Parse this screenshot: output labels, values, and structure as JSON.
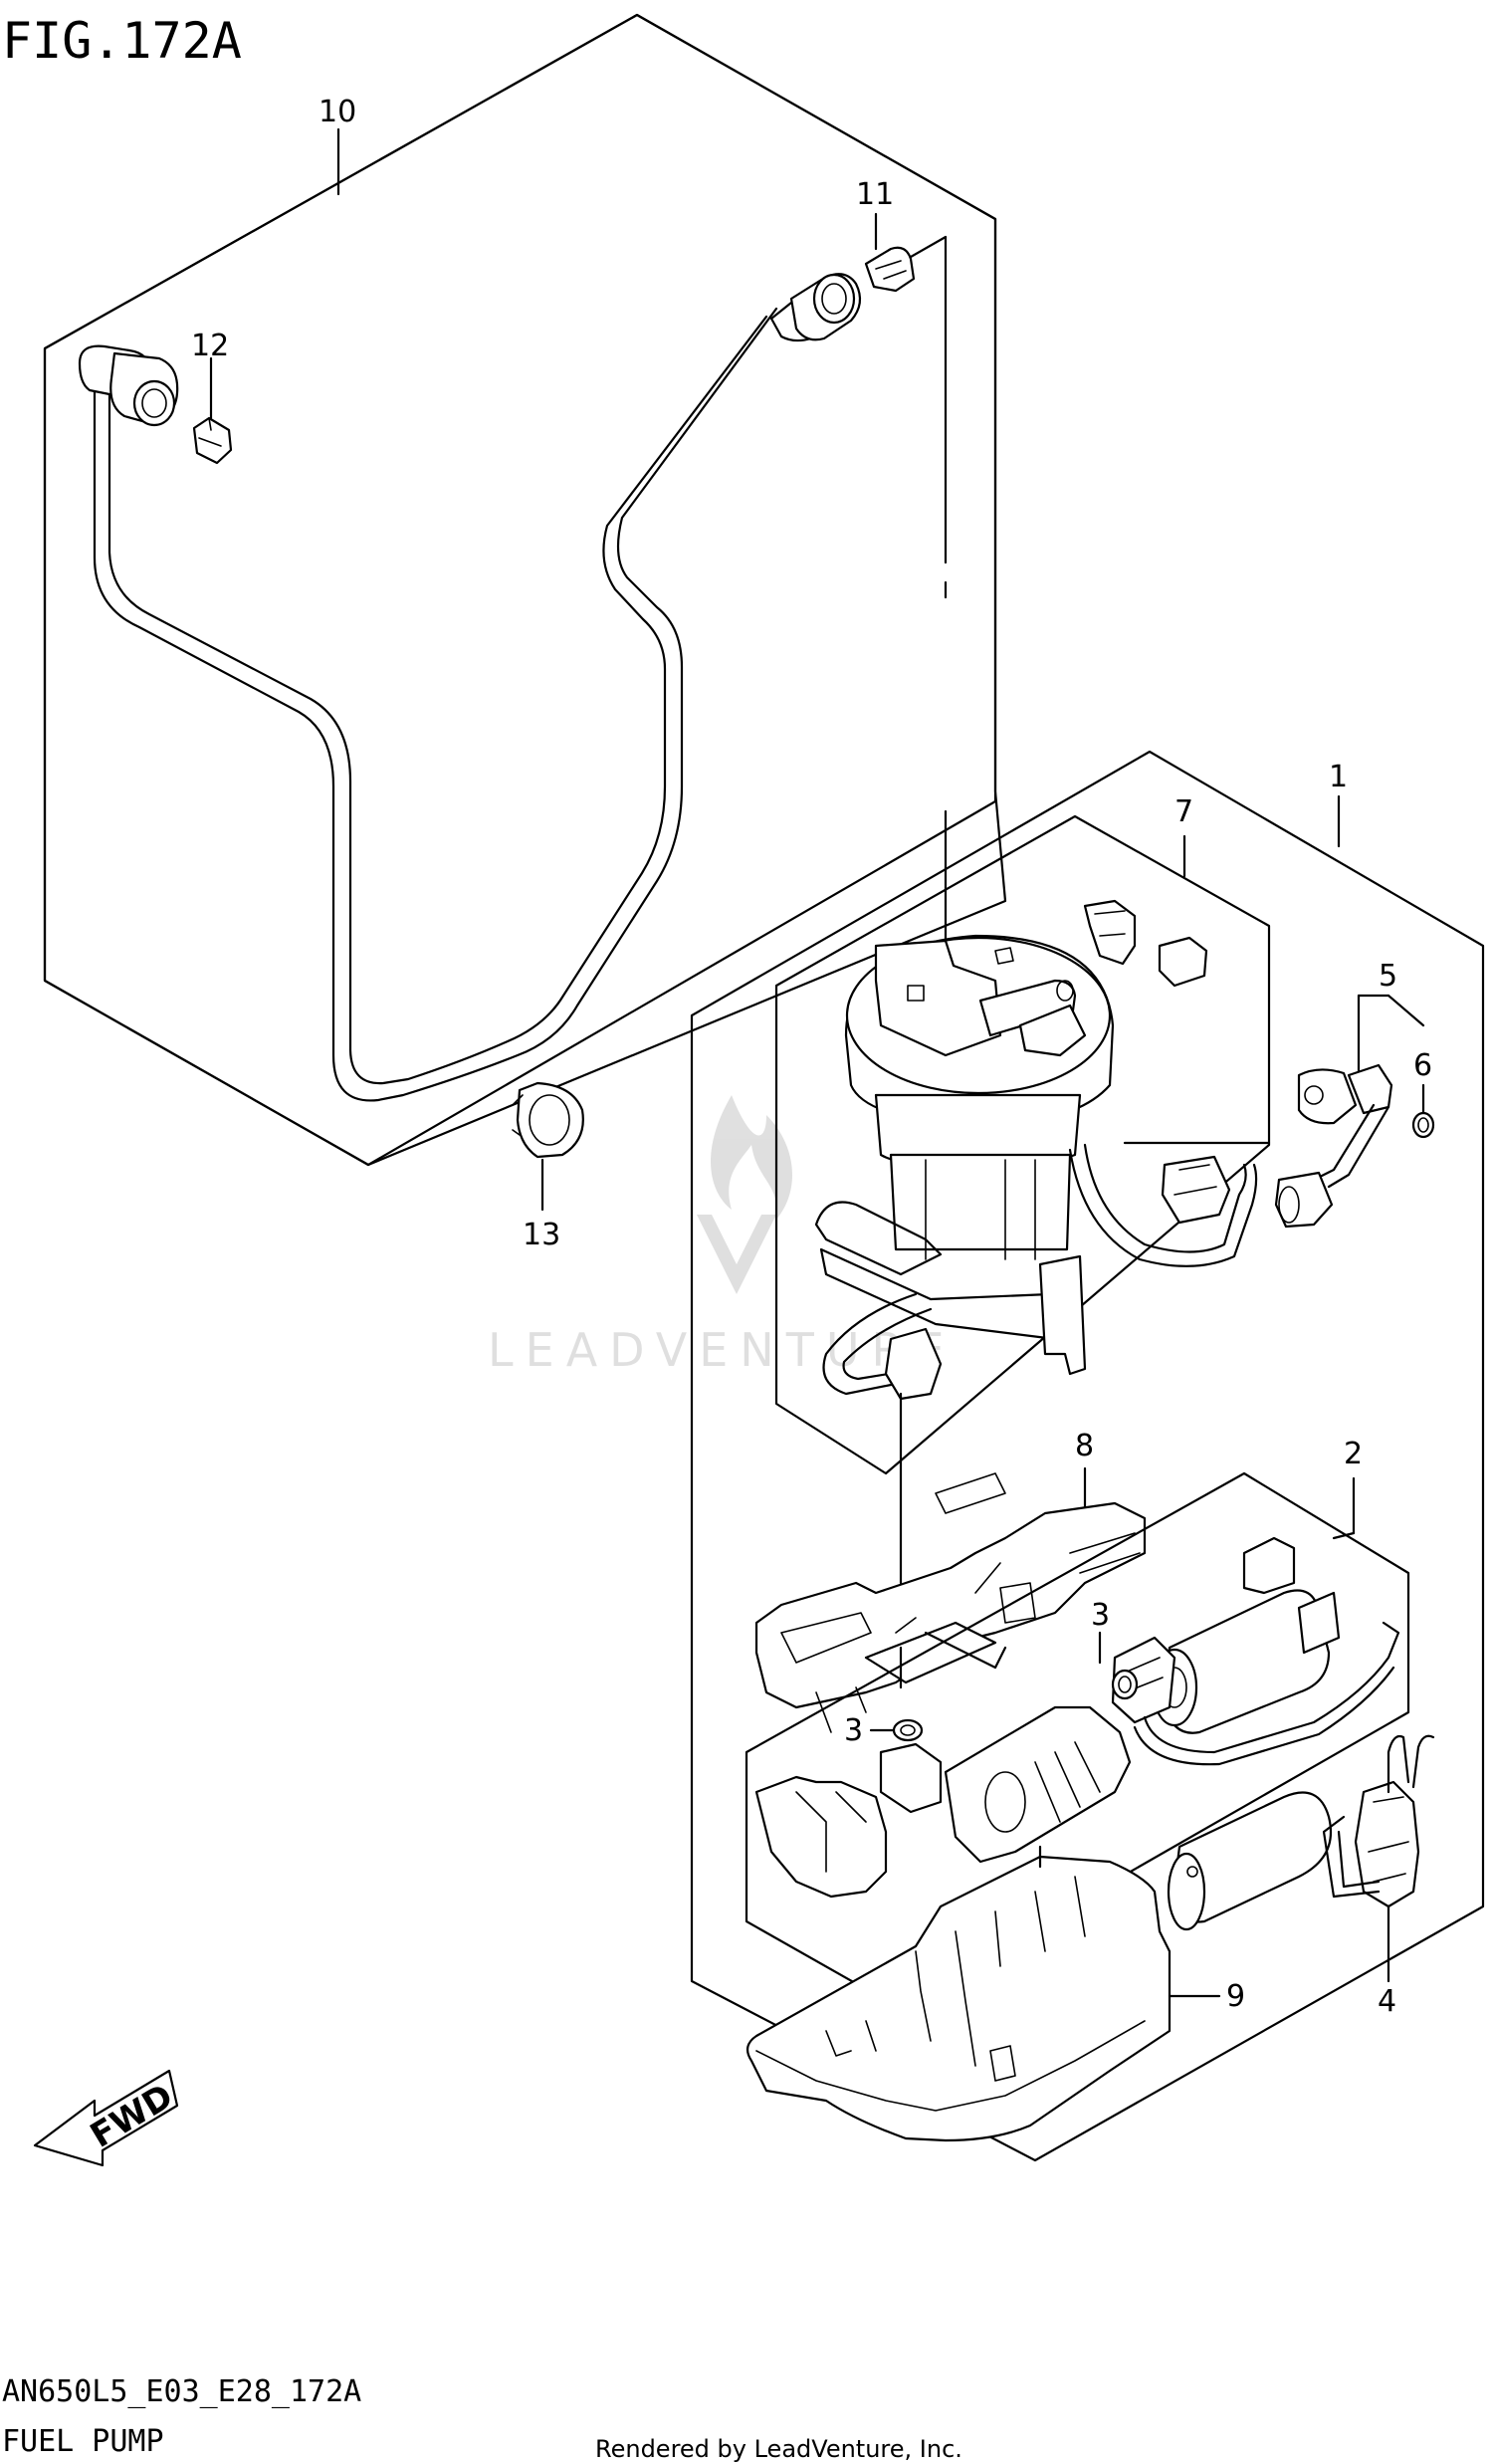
{
  "figure": {
    "title": "FIG.172A",
    "code": "AN650L5_E03_E28_172A",
    "name": "FUEL PUMP",
    "credit": "Rendered by LeadVenture, Inc.",
    "watermark": "LEADVENTURE",
    "fwd_label": "FWD"
  },
  "callouts": {
    "c1": "1",
    "c2": "2",
    "c3a": "3",
    "c3b": "3",
    "c4": "4",
    "c5": "5",
    "c6": "6",
    "c7": "7",
    "c8": "8",
    "c9": "9",
    "c10": "10",
    "c11": "11",
    "c12": "12",
    "c13": "13"
  }
}
